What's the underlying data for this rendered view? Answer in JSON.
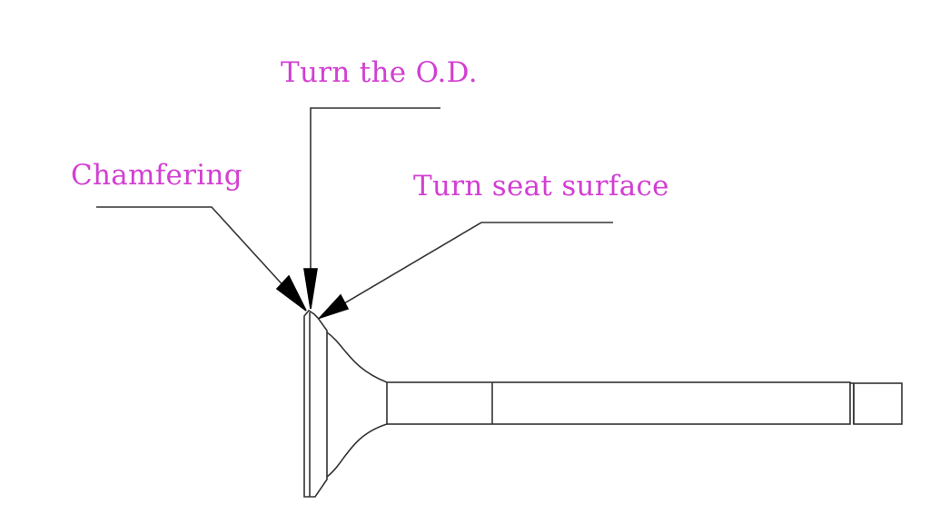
{
  "labels": {
    "turn_od": "Turn the O.D.",
    "chamfering": "Chamfering",
    "turn_seat": "Turn seat surface"
  },
  "colors": {
    "label": "#d23fd2",
    "line": "#333333"
  }
}
